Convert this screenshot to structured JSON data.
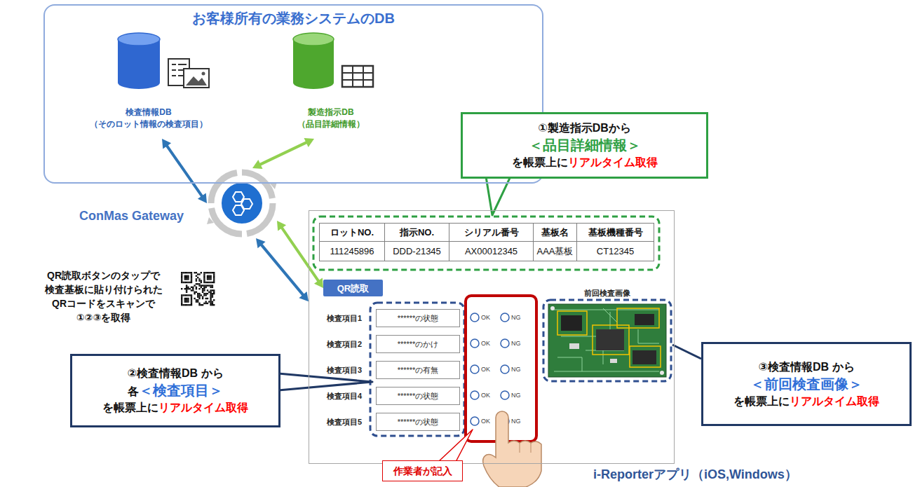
{
  "diagram": {
    "nodes": [
      {
        "text": [
          "お客様所有の業務システムのDB"
        ]
      },
      {
        "text": [
          "検査情報DB （そのロット情報の検査項目）"
        ],
        "in": 0
      },
      {
        "text": [
          "製造指示DB （品目詳細情報）"
        ],
        "in": 0
      },
      {
        "text": [
          "ConMas Gateway"
        ]
      },
      {
        "text": [
          "①製造指示DBから",
          "＜品目詳細情報＞",
          "を帳票上に",
          "リアルタイム取得"
        ]
      },
      {
        "text": [
          "i-Reporterアプリ（iOS,Windows）"
        ]
      },
      {
        "text": [
          "QR読取"
        ],
        "in": 5
      },
      {
        "text": [
          "検査項目1",
          "******の状態"
        ],
        "in": 5
      },
      {
        "text": [
          "検査項目2",
          "******のかけ"
        ],
        "in": 5
      },
      {
        "text": [
          "検査項目3",
          "******の有無"
        ],
        "in": 5
      },
      {
        "text": [
          "検査項目4",
          "******の状態"
        ],
        "in": 5
      },
      {
        "text": [
          "検査項目5",
          "******の状態"
        ],
        "in": 5
      },
      {
        "text": [
          "前回検査画像"
        ],
        "in": 5
      },
      {
        "text": [
          "②検査情報DB から",
          "各",
          "＜検査項目＞",
          "を帳票上に",
          "リアルタイム取得"
        ]
      },
      {
        "text": [
          "③検査情報DB から",
          "＜前回検査画像＞",
          "を帳票上に",
          "リアルタイム取得"
        ]
      },
      {
        "text": [
          "作業者が記入"
        ]
      }
    ],
    "edges": [
      {
        "from": 1,
        "to": 3,
        "arrow": "both"
      },
      {
        "from": 2,
        "to": 3,
        "arrow": "both"
      },
      {
        "from": 3,
        "to": 6,
        "arrow": "both"
      },
      {
        "from": 3,
        "to": 5,
        "arrow": "both"
      },
      {
        "from": 14,
        "to": 12,
        "arrow": "none"
      }
    ],
    "labels": [
      "QR読取ボタンのタップで 検査基板に貼り付けられた QRコードをスキャンで ①②③を取得",
      "ロットNO.",
      "指示NO.",
      "シリアル番号",
      "基板名",
      "基板機種番号",
      "111245896",
      "DDD-21345",
      "AX00012345",
      "AAA基板",
      "CT12345",
      "OK",
      "NG",
      "OK",
      "NG",
      "OK",
      "NG",
      "OK",
      "NG",
      "OK",
      "NG"
    ]
  }
}
